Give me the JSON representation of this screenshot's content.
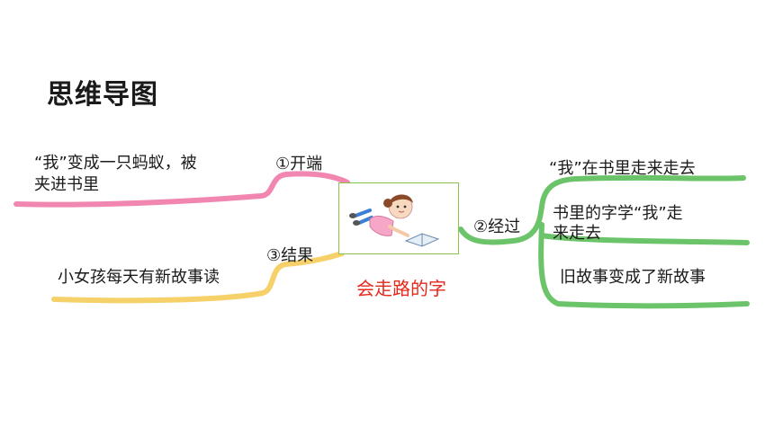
{
  "heading": "思维导图",
  "center": {
    "title": "会走路的字"
  },
  "branches": {
    "start": {
      "label": "①开端",
      "color": "#f07aa8",
      "items": [
        "“我”变成一只蚂蚁，被",
        "夹进书里"
      ]
    },
    "result": {
      "label": "③结果",
      "color": "#f5cc5a",
      "items": [
        "小女孩每天有新故事读"
      ]
    },
    "process": {
      "label": "②经过",
      "color": "#6cc46a",
      "items": [
        "“我”在书里走来走去",
        "书里的字学“我”走",
        "来走去",
        "旧故事变成了新故事"
      ]
    }
  }
}
